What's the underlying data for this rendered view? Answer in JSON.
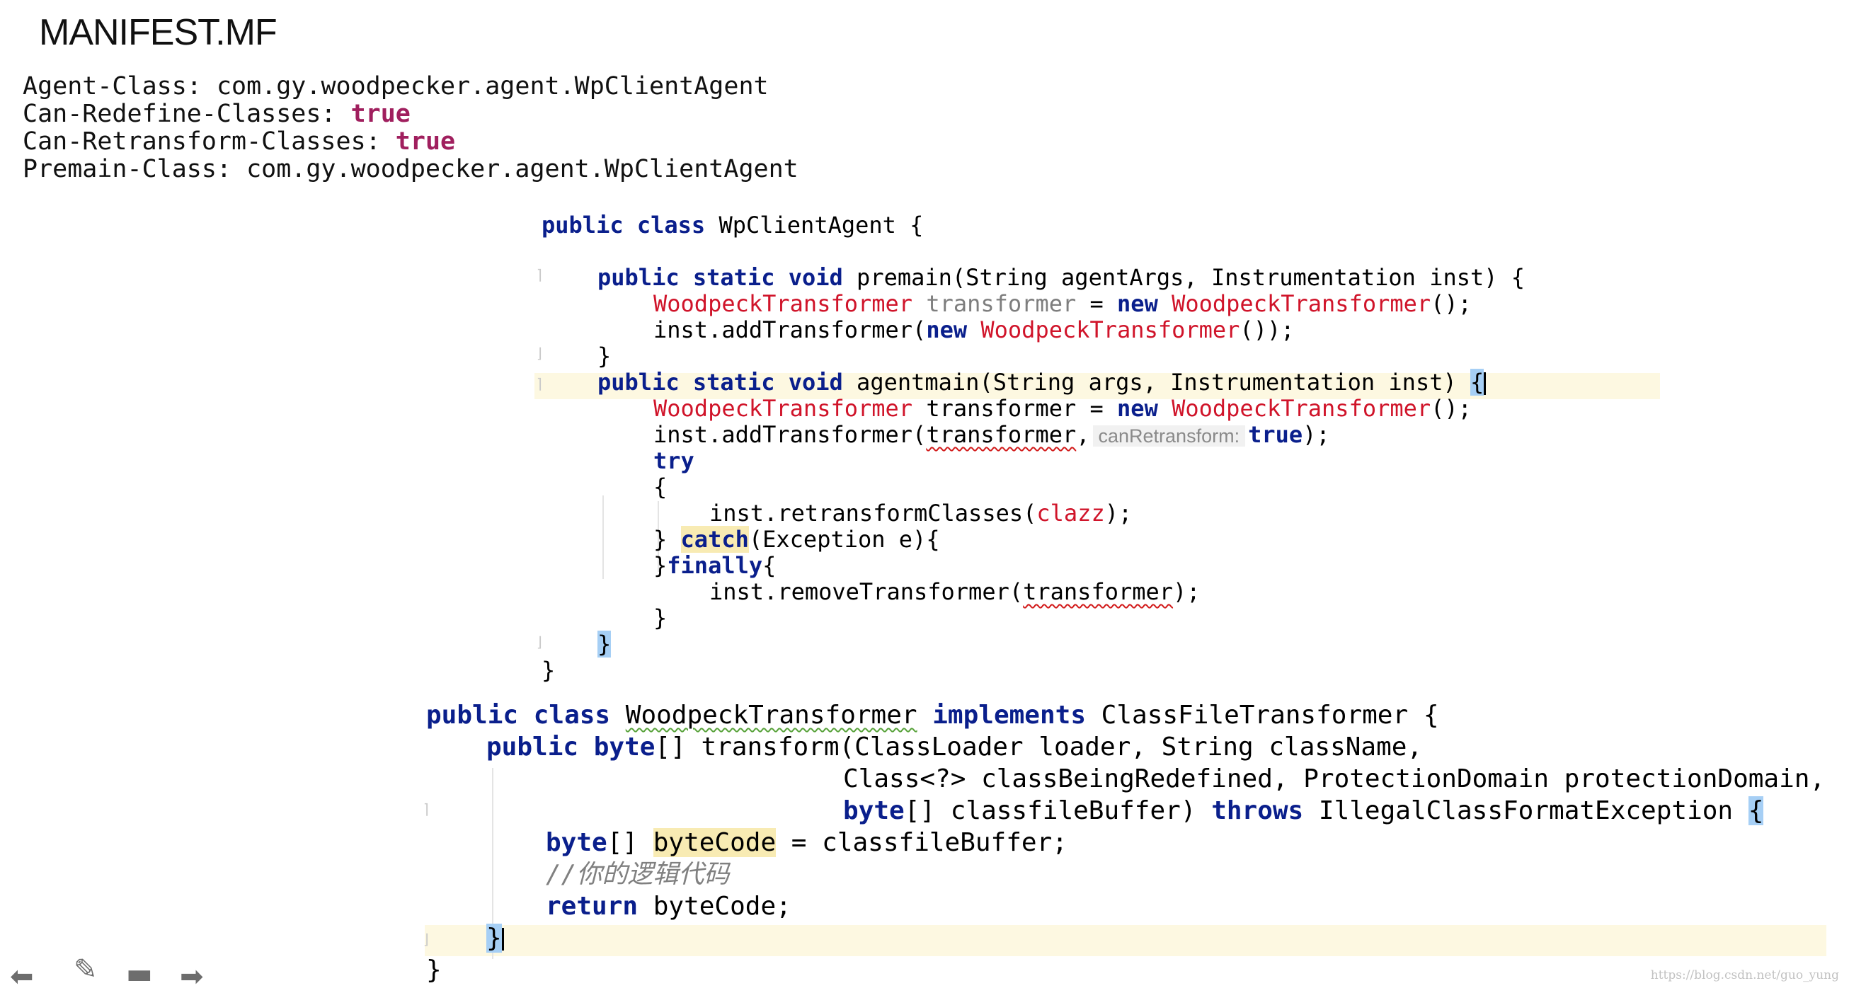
{
  "slide": {
    "title": "MANIFEST.MF"
  },
  "manifest": [
    {
      "key": "Agent-Class: ",
      "value": "com.gy.woodpecker.agent.WpClientAgent",
      "bold_value": false
    },
    {
      "key": "Can-Redefine-Classes: ",
      "value": "true",
      "bold_value": true
    },
    {
      "key": "Can-Retransform-Classes: ",
      "value": "true",
      "bold_value": true
    },
    {
      "key": "Premain-Class: ",
      "value": "com.gy.woodpecker.agent.WpClientAgent",
      "bold_value": false
    }
  ],
  "agent_code": {
    "class_decl": {
      "kw": "public class ",
      "name": "WpClientAgent {"
    },
    "premain": {
      "sig_kw": "public static void ",
      "sig_rest": "premain(String agentArgs, Instrumentation inst) {",
      "line1_type": "WoodpeckTransformer",
      "line1_var": " transformer",
      "line1_eq": " = ",
      "line1_new": "new",
      "line1_ctor": " WoodpeckTransformer",
      "line1_end": "();",
      "line2_a": "inst.addTransformer(",
      "line2_new": "new",
      "line2_ctor": " WoodpeckTransformer",
      "line2_end": "());",
      "close": "}"
    },
    "agentmain": {
      "sig_kw": "public static void ",
      "sig_rest": "agentmain(String args, Instrumentation inst) ",
      "sig_brace": "{",
      "line1_type": "WoodpeckTransformer",
      "line1_var": " transformer = ",
      "line1_new": "new",
      "line1_ctor": " WoodpeckTransformer",
      "line1_end": "();",
      "line2_a": "inst.addTransformer(",
      "line2_arg": "transformer",
      "line2_comma": ",",
      "line2_hint": "canRetransform:",
      "line2_true": "true",
      "line2_end": ");",
      "try_kw": "try",
      "open_brace": "{",
      "retransform_a": "inst.retransformClasses(",
      "retransform_arg": "clazz",
      "retransform_end": ");",
      "catch_close": "} ",
      "catch_kw": "catch",
      "catch_rest": "(Exception e){",
      "finally_close": "}",
      "finally_kw": "finally",
      "finally_open": "{",
      "remove_a": "inst.removeTransformer(",
      "remove_arg": "transformer",
      "remove_end": ");",
      "inner_close": "}",
      "close": "}"
    },
    "class_close": "}"
  },
  "transformer_code": {
    "decl_kw1": "public class ",
    "decl_name": "WoodpeckTransformer",
    "decl_kw2": " implements ",
    "decl_iface": "ClassFileTransformer {",
    "method_kw": "public byte",
    "method_rest": "[] transform(ClassLoader loader, String className,",
    "param_line2": "Class<?> classBeingRedefined, ProtectionDomain protectionDomain,",
    "param_line3_kw": "byte",
    "param_line3_mid": "[] classfileBuffer) ",
    "param_line3_throws": "throws",
    "param_line3_exc": " IllegalClassFormatException ",
    "param_line3_brace": "{",
    "body_kw": "byte",
    "body_mid": "[] ",
    "body_var": "byteCode",
    "body_rest": " = classfileBuffer;",
    "comment": "//你的逻辑代码",
    "return_kw": "return",
    "return_rest": " byteCode;",
    "method_close": "}",
    "class_close": "}"
  },
  "nav": {
    "icons": [
      "arrow-left-icon",
      "pencil-icon",
      "save-icon",
      "arrow-right-icon"
    ]
  },
  "watermark": "https://blog.csdn.net/guo_yung",
  "colors": {
    "keyword": "#0a1f8c",
    "class_name": "#d0142a",
    "manifest_value": "#a01f5e",
    "line_highlight": "#fdf8e1",
    "brace_match": "#a6cff5"
  }
}
